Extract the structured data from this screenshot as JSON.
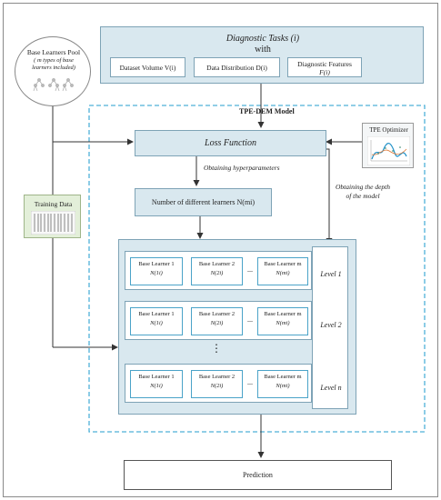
{
  "pool": {
    "title": "Base Learners Pool",
    "subtitle": "( m types of base learners included)"
  },
  "tasks": {
    "title": "Diagnostic Tasks (i)",
    "with": "with",
    "volume": "Dataset Volume V(i)",
    "distribution": "Data Distribution D(i)",
    "features1": "Diagnostic Features",
    "features2": "F(i)"
  },
  "model_title": "TPE-DEM Model",
  "tpe": "TPE Optimizer",
  "loss": "Loss Function",
  "training": "Training Data",
  "hyper_label": "Obtaining hyperparameters",
  "depth_label1": "Obtaining the depth",
  "depth_label2": "of the model",
  "num_learners": "Number of different learners N(mi)",
  "learner1": "Base Learner 1",
  "learner2": "Base Learner 2",
  "learnerm": "Base Learner m",
  "n1": "N(1i)",
  "n2": "N(2i)",
  "nm": "N(mi)",
  "ellipsis": "...",
  "vellipsis": "⋮",
  "levels": [
    "Level 1",
    "Level 2",
    "Level n"
  ],
  "prediction": "Prediction",
  "colors": {
    "box_fill": "#d9e8ef",
    "box_border": "#7ea3b6",
    "dashed": "#4fb0d8",
    "learner_border": "#4aa3c8",
    "training_fill": "#e3efd9"
  }
}
